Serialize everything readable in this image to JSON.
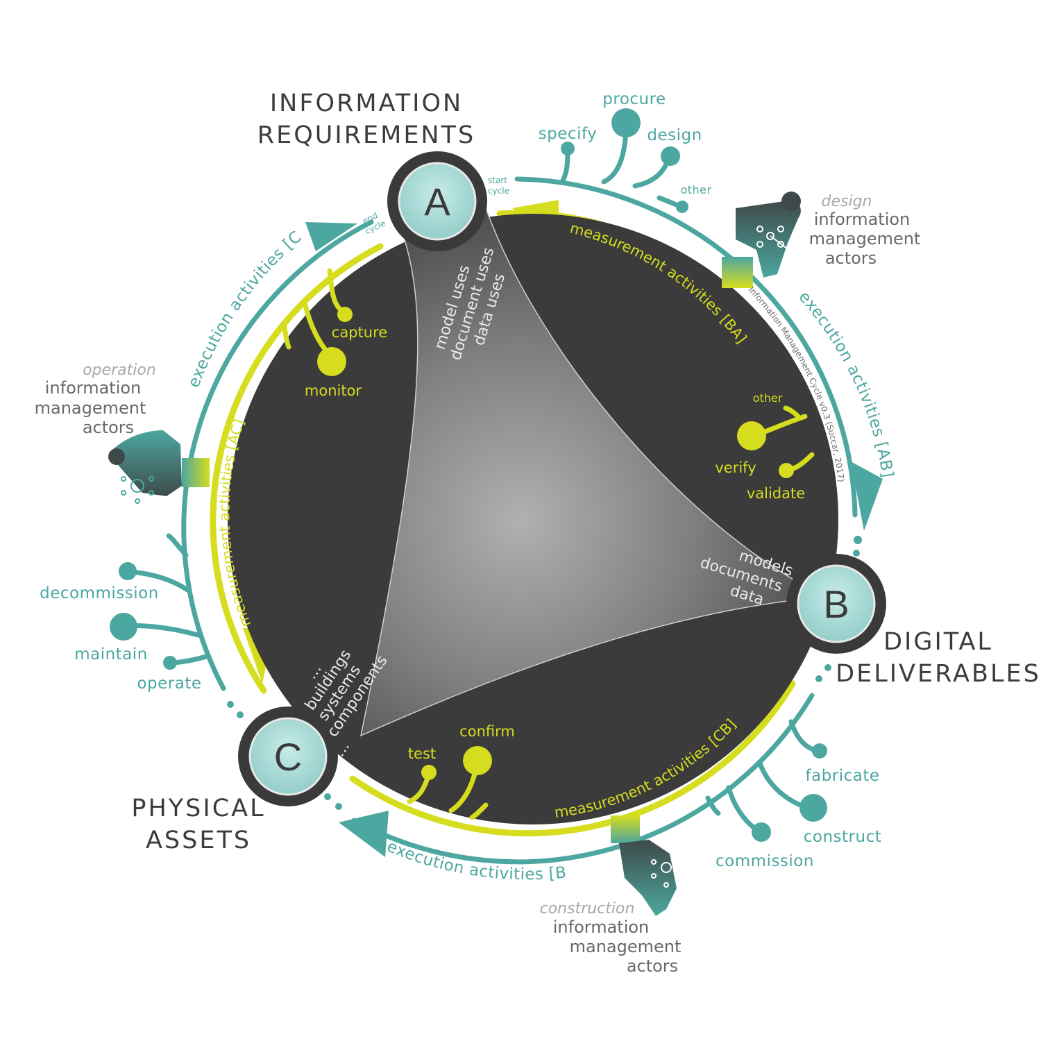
{
  "headings": {
    "a_line1": "INFORMATION",
    "a_line2": "REQUIREMENTS",
    "b_line1": "DIGITAL",
    "b_line2": "DELIVERABLES",
    "c_line1": "PHYSICAL",
    "c_line2": "ASSETS"
  },
  "nodes": {
    "a": "A",
    "b": "B",
    "c": "C"
  },
  "arms": {
    "a": [
      "model uses",
      "document uses",
      "data uses"
    ],
    "b": [
      "models",
      "documents",
      "data"
    ],
    "c": [
      "...",
      "buildings",
      "systems",
      "components",
      "..."
    ]
  },
  "cycle": {
    "start_1": "start",
    "start_2": "cycle",
    "end_1": "end",
    "end_2": "cycle"
  },
  "execution": {
    "ca": "execution activities [CA]",
    "ab": "execution activities [AB]",
    "bc": "execution activities [BC]"
  },
  "measurement": {
    "ba": "measurement activities [BA]",
    "ac": "measurement activities [AC]",
    "cb": "measurement activities [CB]"
  },
  "design_branch": {
    "specify": "specify",
    "procure": "procure",
    "design": "design",
    "other": "other"
  },
  "construction_branch": {
    "fabricate": "fabricate",
    "construct": "construct",
    "commission": "commission"
  },
  "operation_branch": {
    "decommission": "decommission",
    "maintain": "maintain",
    "operate": "operate"
  },
  "measure_a": {
    "capture": "capture",
    "monitor": "monitor"
  },
  "measure_b": {
    "other": "other",
    "verify": "verify",
    "validate": "validate"
  },
  "measure_c": {
    "test": "test",
    "confirm": "confirm"
  },
  "actors": {
    "design": {
      "phase": "design",
      "l1": "information",
      "l2": "management",
      "l3": "actors"
    },
    "operation": {
      "phase": "operation",
      "l1": "information",
      "l2": "management",
      "l3": "actors"
    },
    "construction": {
      "phase": "construction",
      "l1": "information",
      "l2": "management",
      "l3": "actors"
    }
  },
  "credit": "Information Management Cycle v0.3 (Succar, 2017)",
  "colors": {
    "teal": "#4ca7a0",
    "lime": "#d6dd1e",
    "dark": "#3a3a3a",
    "node_fill": "#a9d9d6"
  }
}
